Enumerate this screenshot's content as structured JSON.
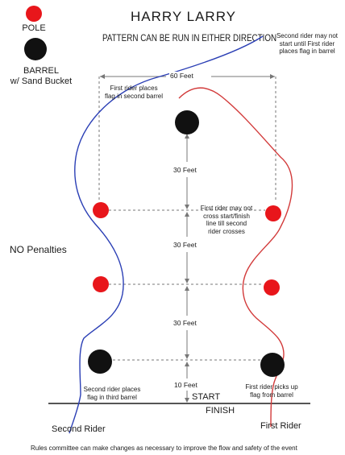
{
  "title": "HARRY LARRY",
  "subtitle": "PATTERN CAN BE RUN IN EITHER DIRECTION",
  "legend": {
    "pole_label": "POLE",
    "barrel_label": "BARREL\nw/ Sand Bucket"
  },
  "colors": {
    "pole": "#e8161b",
    "barrel": "#111111",
    "second_rider_path": "#2b3fb5",
    "first_rider_path": "#d23a3a",
    "guide_lines": "#777777"
  },
  "dimensions": {
    "width_60": "60 Feet",
    "span_30_a": "30 Feet",
    "span_30_b": "30 Feet",
    "span_30_c": "30 Feet",
    "span_10": "10 Feet"
  },
  "notes": {
    "second_rider_may_not_start": "Second rider may not\nstart until First rider\nplaces flag in barrel",
    "first_rider_places_flag": "First rider places\nflag in second barrel",
    "first_rider_may_not_cross": "First rider may not\ncross start/finish\nline till second\nrider crosses",
    "second_rider_places_flag": "Second rider places\nflag in third barrel",
    "first_rider_picks_up": "First rider picks up\nflag from barrel"
  },
  "no_penalties": "NO Penalties",
  "start_label": "START",
  "finish_label": "FINISH",
  "second_rider_label": "Second Rider",
  "first_rider_label": "First Rider",
  "footer": "Rules committee can make changes as necessary to improve the flow and safety of the event"
}
